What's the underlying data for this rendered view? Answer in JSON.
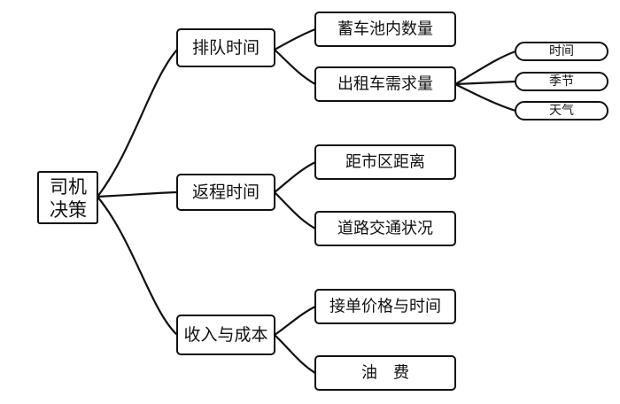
{
  "root": {
    "lines": [
      "司机",
      "决策"
    ]
  },
  "branches": [
    {
      "label": "排队时间",
      "children": [
        {
          "label": "蓄车池内数量"
        },
        {
          "label": "出租车需求量",
          "children": [
            {
              "label": "时间"
            },
            {
              "label": "季节"
            },
            {
              "label": "天气"
            }
          ]
        }
      ]
    },
    {
      "label": "返程时间",
      "children": [
        {
          "label": "距市区距离"
        },
        {
          "label": "道路交通状况"
        }
      ]
    },
    {
      "label": "收入与成本",
      "children": [
        {
          "label": "接单价格与时间"
        },
        {
          "label": "油　费"
        }
      ]
    }
  ]
}
